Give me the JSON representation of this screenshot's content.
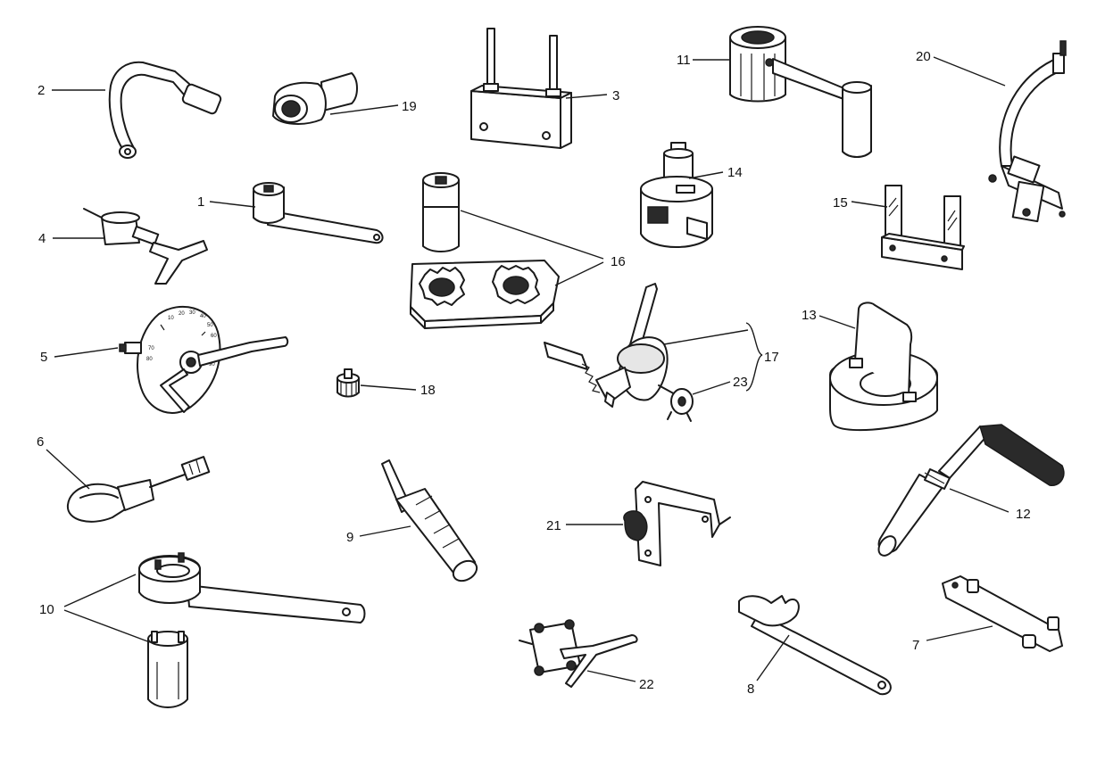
{
  "diagram": {
    "title": "Workshop special tools",
    "labels": {
      "l1": "1",
      "l2": "2",
      "l3": "3",
      "l4": "4",
      "l5": "5",
      "l6": "6",
      "l7": "7",
      "l8": "8",
      "l9": "9",
      "l10": "10",
      "l11": "11",
      "l12": "12",
      "l13": "13",
      "l14": "14",
      "l15": "15",
      "l16": "16",
      "l17": "17",
      "l18": "18",
      "l19": "19",
      "l20": "20",
      "l21": "21",
      "l22": "22",
      "l23": "23"
    },
    "protractor_ticks": [
      "10",
      "20",
      "30",
      "40",
      "50",
      "60",
      "70",
      "80",
      "90"
    ]
  }
}
